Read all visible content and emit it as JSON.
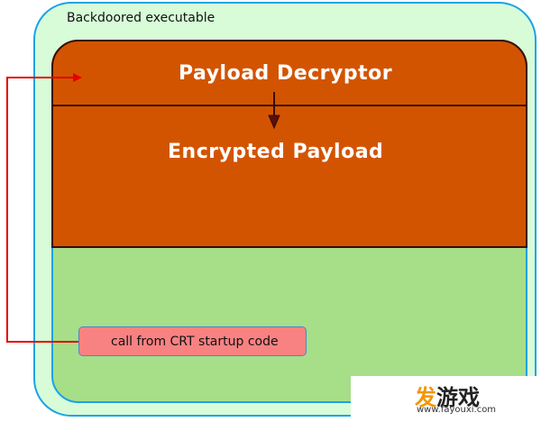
{
  "diagram": {
    "outer_title": "Backdoored executable",
    "blocks": {
      "decryptor": "Payload Decryptor",
      "payload": "Encrypted Payload"
    },
    "crt_call": "call from CRT startup code"
  },
  "watermark": {
    "logo_part1": "发",
    "logo_part2": "游戏",
    "url": "www.fayouxi.com"
  },
  "colors": {
    "outer_fill": "#d8fcd8",
    "inner_fill": "#a7de88",
    "block_fill": "#d35400",
    "crt_fill": "#f88282",
    "red_arrow": "#e60000",
    "border_blue": "#1aa3e6"
  }
}
